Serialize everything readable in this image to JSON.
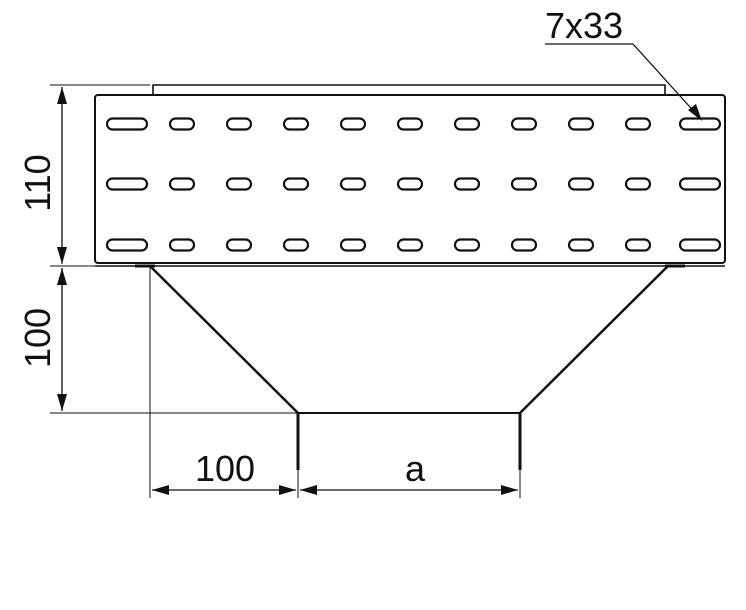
{
  "diagram": {
    "labels": {
      "slot_size": "7x33",
      "height_top": "110",
      "height_bottom": "100",
      "offset_width": "100",
      "variable_width": "a"
    },
    "slots": {
      "rows": 3,
      "columns": 11
    },
    "colors": {
      "ink": "#111111",
      "background": "#ffffff"
    }
  }
}
